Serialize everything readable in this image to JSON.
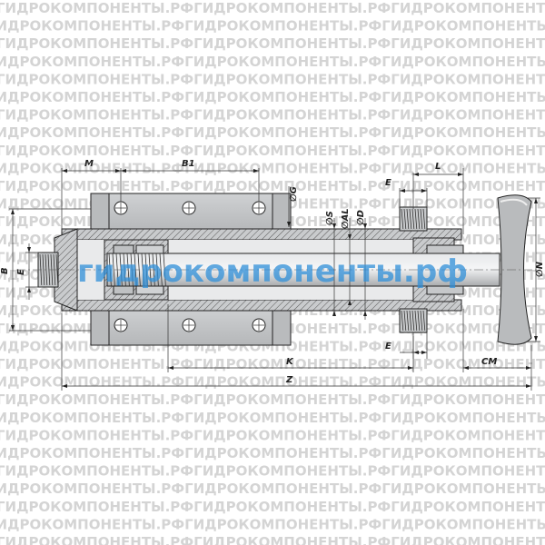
{
  "watermark": {
    "text": "ГИДРОКОМПОНЕНТЫ.РФ",
    "color": "#d4d4d4"
  },
  "logo": {
    "text": "гидрокомпоненты.рф",
    "color": "#2f8fd8"
  },
  "labels": {
    "M": "M",
    "B1": "B1",
    "G": "∅G",
    "S": "∅S",
    "AL": "∅AL",
    "D": "∅D",
    "L": "L",
    "E_top": "E",
    "E_bottom": "E",
    "E_left": "E",
    "B": "B",
    "N": "∅N",
    "K": "K",
    "CM": "CM",
    "Z": "Z"
  },
  "colors": {
    "body": "#c4c6c8",
    "body_dark": "#9a9c9e",
    "hatch": "#555555",
    "rod": "#d2d4d6"
  }
}
